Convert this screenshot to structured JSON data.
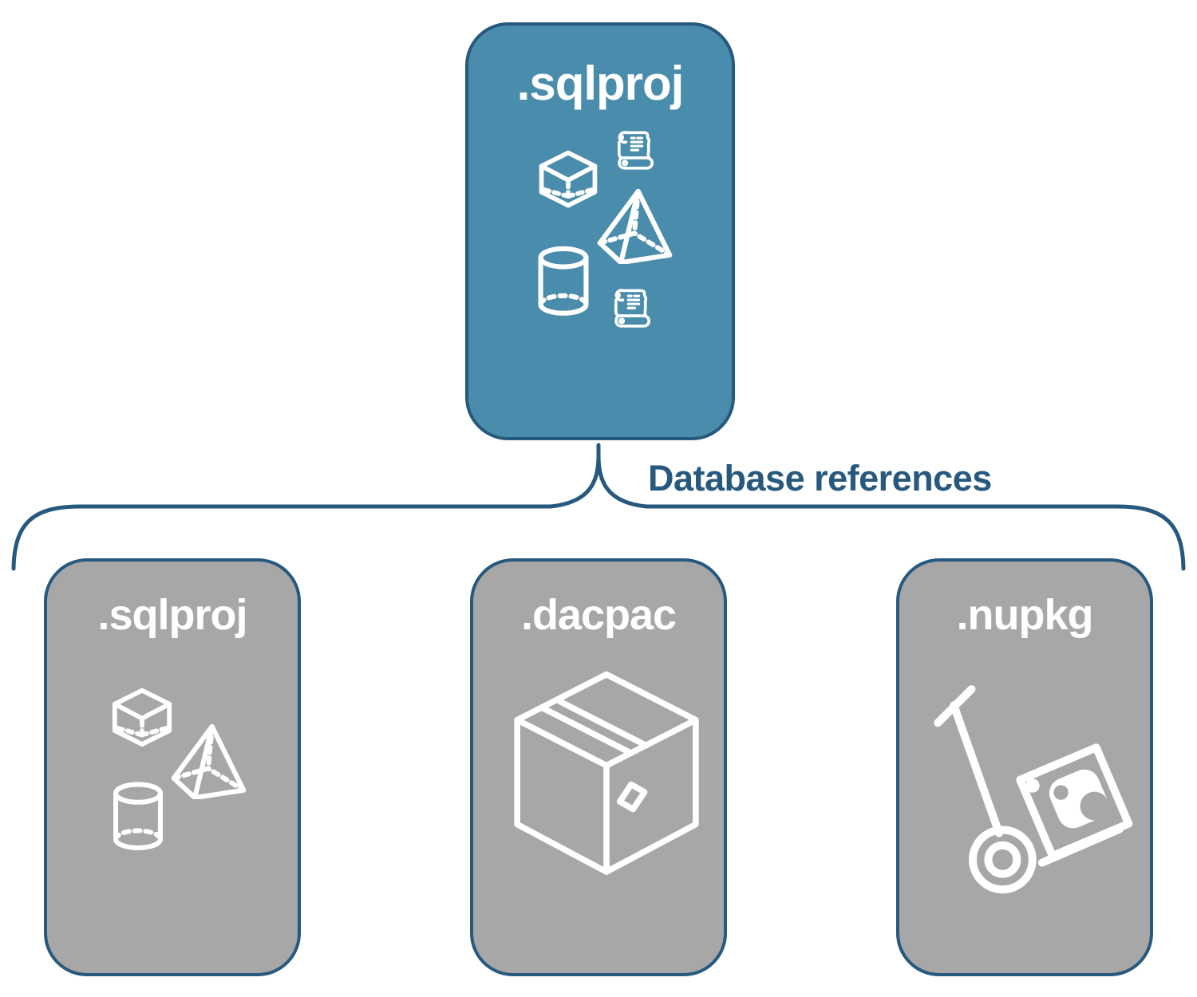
{
  "diagram": {
    "colors": {
      "background": "#FFFFFF",
      "accent": "#27587E",
      "top_node_fill": "#4A8CAC",
      "child_node_fill": "#A7A7A7",
      "node_text": "#FFFFFF"
    },
    "connector": {
      "label": "Database references"
    },
    "top_node": {
      "label": ".sqlproj",
      "icons": [
        "cube-icon",
        "scroll-icon",
        "pyramid-icon",
        "cylinder-icon",
        "scroll-icon"
      ]
    },
    "child_nodes": [
      {
        "label": ".sqlproj",
        "icons": [
          "cube-icon",
          "pyramid-icon",
          "cylinder-icon"
        ]
      },
      {
        "label": ".dacpac",
        "icons": [
          "package-box-icon"
        ]
      },
      {
        "label": ".nupkg",
        "icons": [
          "hand-truck-icon",
          "nuget-package-icon"
        ]
      }
    ]
  }
}
